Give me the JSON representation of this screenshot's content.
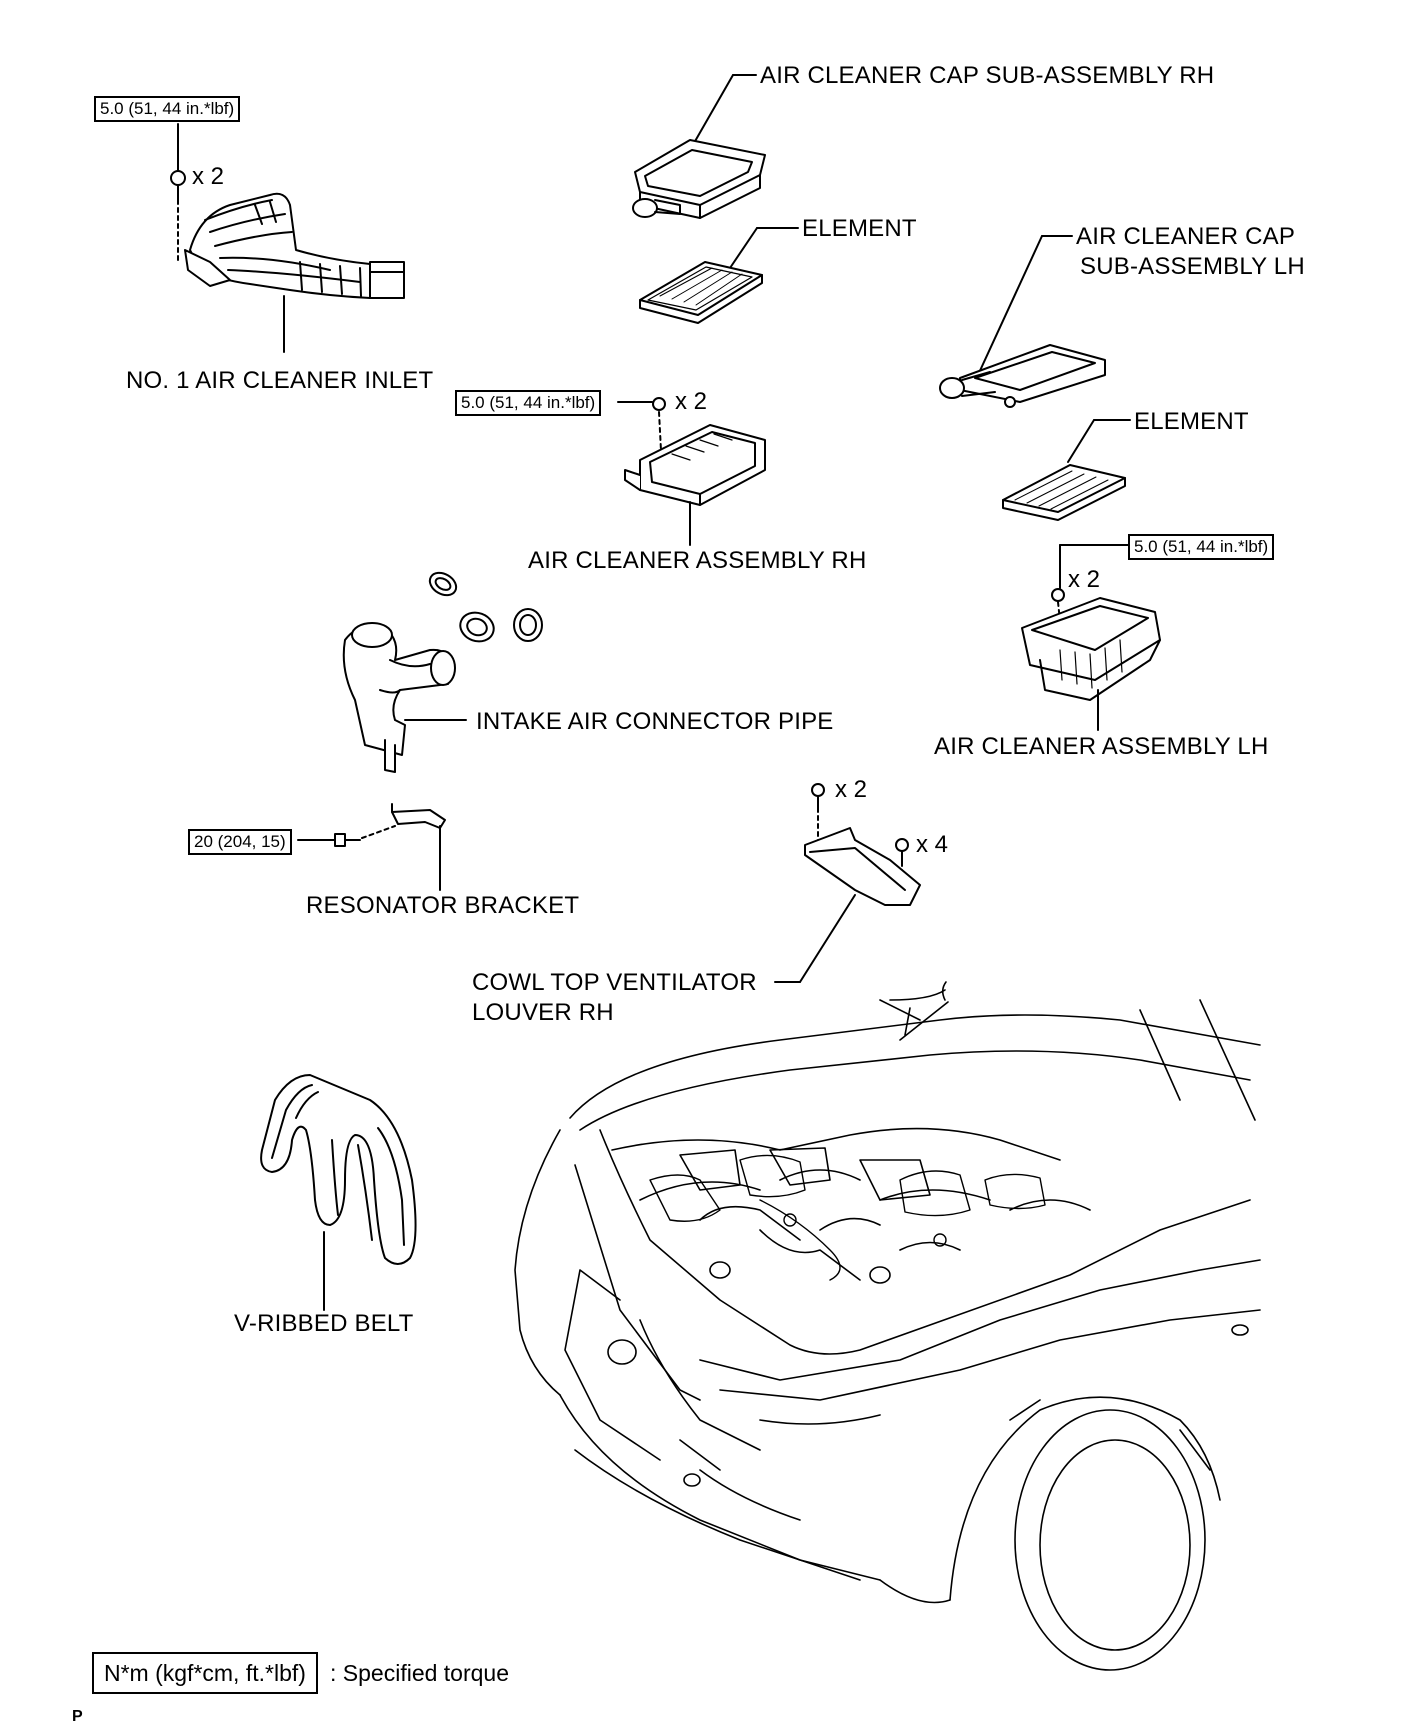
{
  "labels": {
    "cap_rh": "AIR CLEANER CAP SUB-ASSEMBLY RH",
    "element_rh": "ELEMENT",
    "cap_lh_line1": "AIR CLEANER CAP",
    "cap_lh_line2": "SUB-ASSEMBLY LH",
    "inlet": "NO. 1 AIR CLEANER INLET",
    "element_lh": "ELEMENT",
    "assy_rh": "AIR CLEANER ASSEMBLY RH",
    "assy_lh": "AIR CLEANER ASSEMBLY LH",
    "connector_pipe": "INTAKE AIR CONNECTOR PIPE",
    "resonator": "RESONATOR BRACKET",
    "louver_line1": "COWL TOP VENTILATOR",
    "louver_line2": "LOUVER RH",
    "belt": "V-RIBBED BELT"
  },
  "torques": {
    "inlet": "5.0 (51, 44 in.*lbf)",
    "assy_rh": "5.0 (51, 44 in.*lbf)",
    "assy_lh": "5.0 (51, 44 in.*lbf)",
    "resonator": "20 (204, 15)"
  },
  "quantities": {
    "inlet_bolts": "x 2",
    "assy_rh_bolts": "x 2",
    "assy_lh_bolts": "x 2",
    "louver_bolts": "x 2",
    "louver_clips": "x 4"
  },
  "legend": {
    "unit_box": "N*m (kgf*cm, ft.*lbf)",
    "description": ": Specified torque"
  },
  "page_code": "P"
}
